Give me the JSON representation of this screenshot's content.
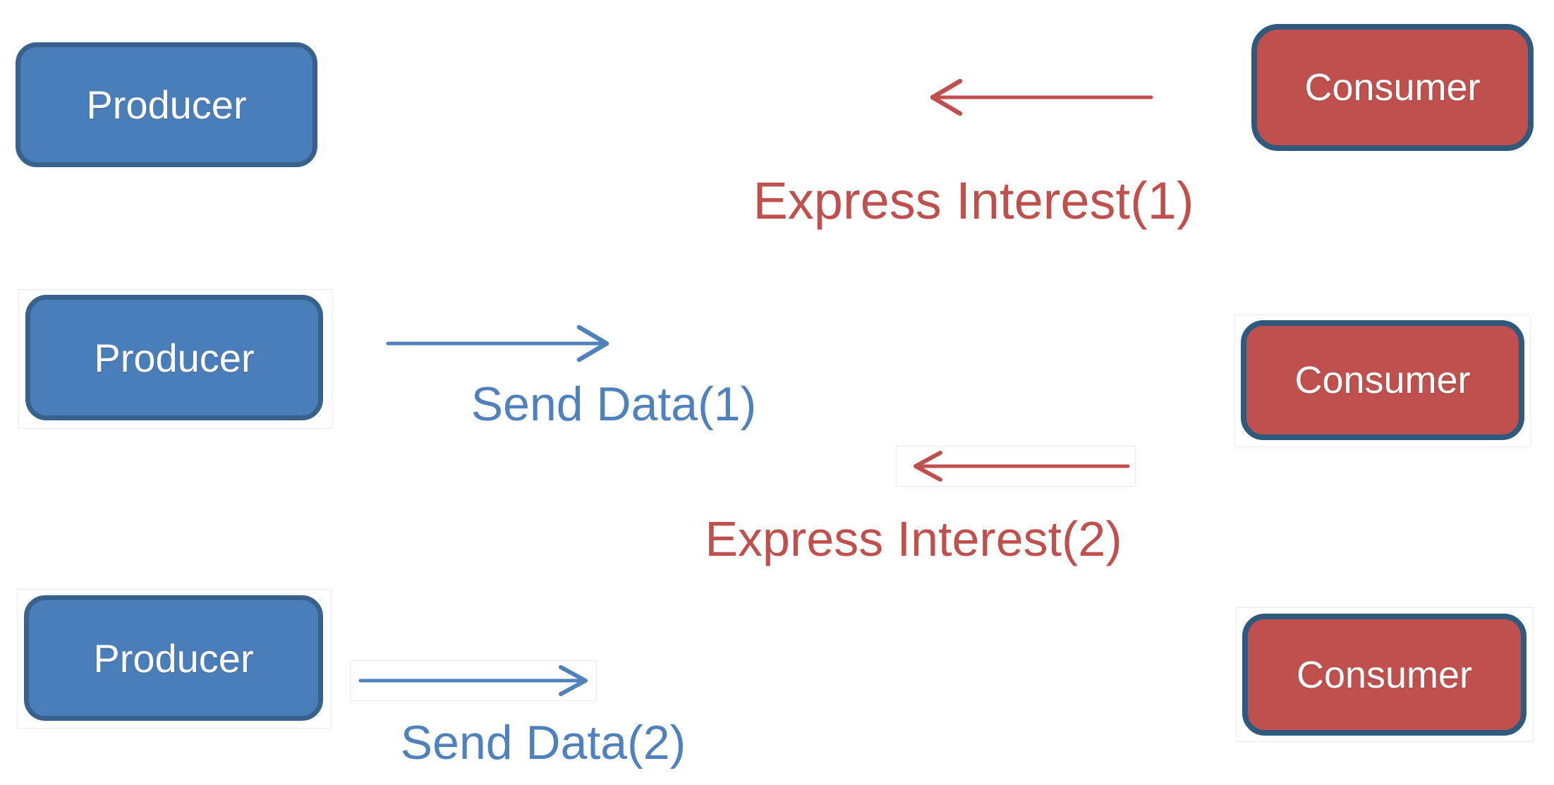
{
  "colors": {
    "background": "#ffffff",
    "producer_fill": "#4a7ebb",
    "producer_border": "#38618c",
    "consumer_fill": "#c0504d",
    "consumer_border": "#2f5a7d",
    "interest_color": "#c0504d",
    "data_color": "#4f81bd",
    "card_border": "#eaeaea"
  },
  "nodes": {
    "producers": [
      {
        "label": "Producer"
      },
      {
        "label": "Producer"
      },
      {
        "label": "Producer"
      }
    ],
    "consumers": [
      {
        "label": "Consumer"
      },
      {
        "label": "Consumer"
      },
      {
        "label": "Consumer"
      }
    ]
  },
  "messages": [
    {
      "label": "Express Interest(1)",
      "type": "interest",
      "direction": "left"
    },
    {
      "label": "Send Data(1)",
      "type": "data",
      "direction": "right"
    },
    {
      "label": "Express Interest(2)",
      "type": "interest",
      "direction": "left"
    },
    {
      "label": "Send Data(2)",
      "type": "data",
      "direction": "right"
    }
  ]
}
